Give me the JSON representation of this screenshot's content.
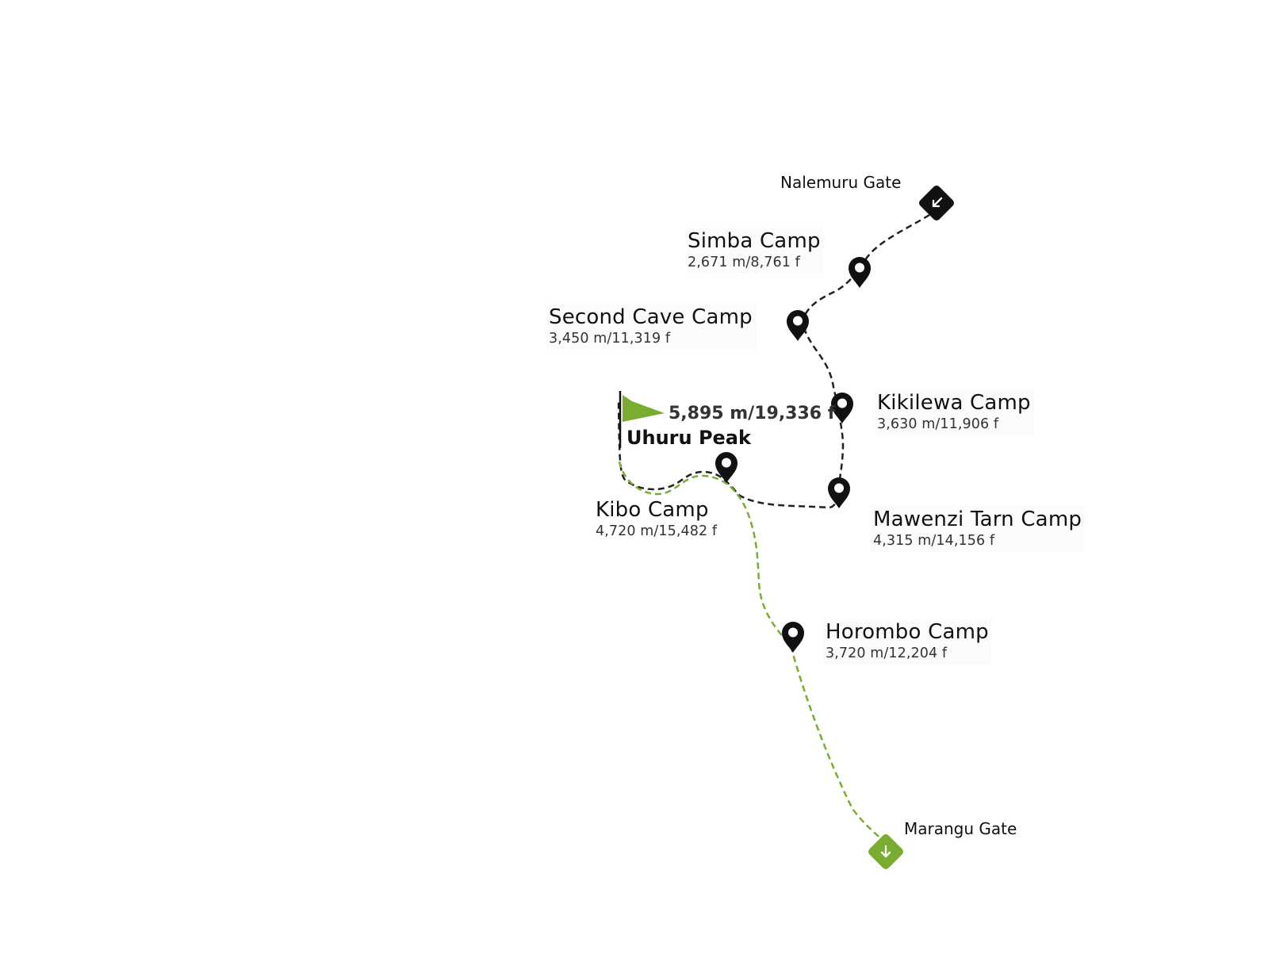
{
  "map": {
    "colors": {
      "ascent_route": "#222222",
      "descent_route": "#7aad2f",
      "marker": "#111111",
      "summit_flag": "#7aad2f",
      "start_gate": "#111111",
      "end_gate": "#7aad2f"
    },
    "icons": {
      "camp": "map-pin-icon",
      "start_gate": "arrow-down-left-diamond-icon",
      "end_gate": "arrow-down-diamond-icon",
      "summit": "flag-icon"
    },
    "gates": {
      "start": {
        "name": "Nalemuru Gate"
      },
      "end": {
        "name": "Marangu Gate"
      }
    },
    "camps": [
      {
        "name": "Simba Camp",
        "altitude": "2,671 m/8,761 f"
      },
      {
        "name": "Second Cave Camp",
        "altitude": "3,450 m/11,319 f"
      },
      {
        "name": "Kikilewa Camp",
        "altitude": "3,630 m/11,906 f"
      },
      {
        "name": "Mawenzi Tarn Camp",
        "altitude": "4,315 m/14,156 f"
      },
      {
        "name": "Kibo Camp",
        "altitude": "4,720 m/15,482 f"
      },
      {
        "name": "Horombo Camp",
        "altitude": "3,720 m/12,204 f"
      }
    ],
    "summit": {
      "name": "Uhuru Peak",
      "altitude": "5,895 m/19,336 f"
    }
  }
}
